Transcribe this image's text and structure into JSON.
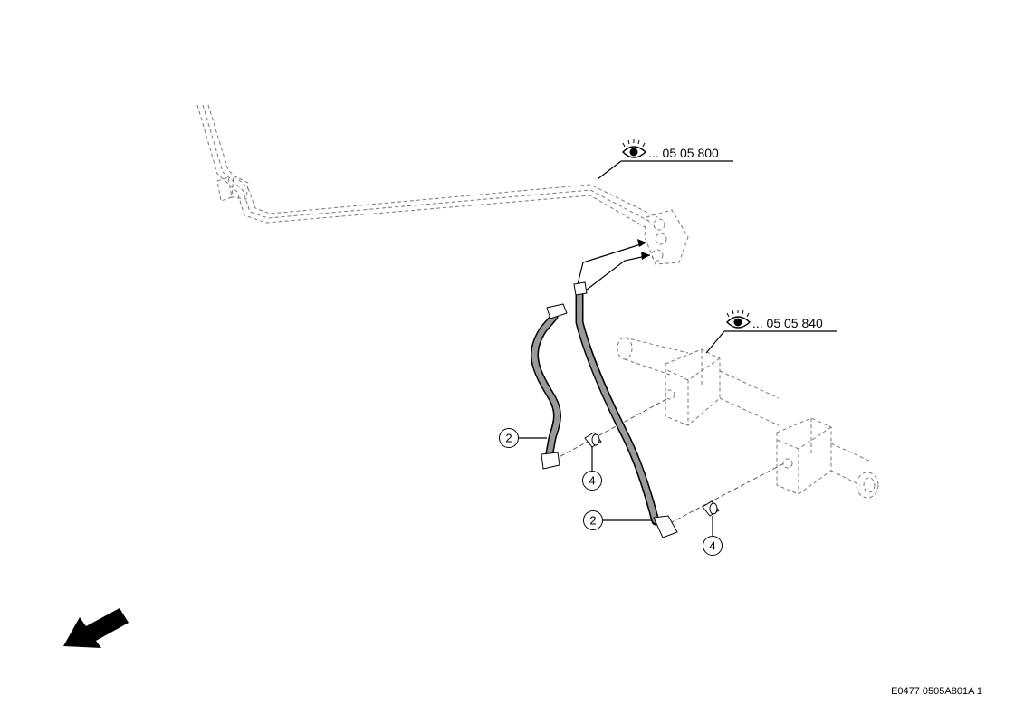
{
  "references": [
    {
      "id": "ref-1",
      "text": "... 05 05 800",
      "icon": "eye-icon"
    },
    {
      "id": "ref-2",
      "text": "... 05 05 840",
      "icon": "eye-icon"
    }
  ],
  "callouts": [
    {
      "label": "2"
    },
    {
      "label": "4"
    },
    {
      "label": "2"
    },
    {
      "label": "4"
    }
  ],
  "direction_arrow": {
    "icon": "direction-arrow-icon"
  },
  "footer": {
    "code": "E0477 0505A801A 1"
  }
}
